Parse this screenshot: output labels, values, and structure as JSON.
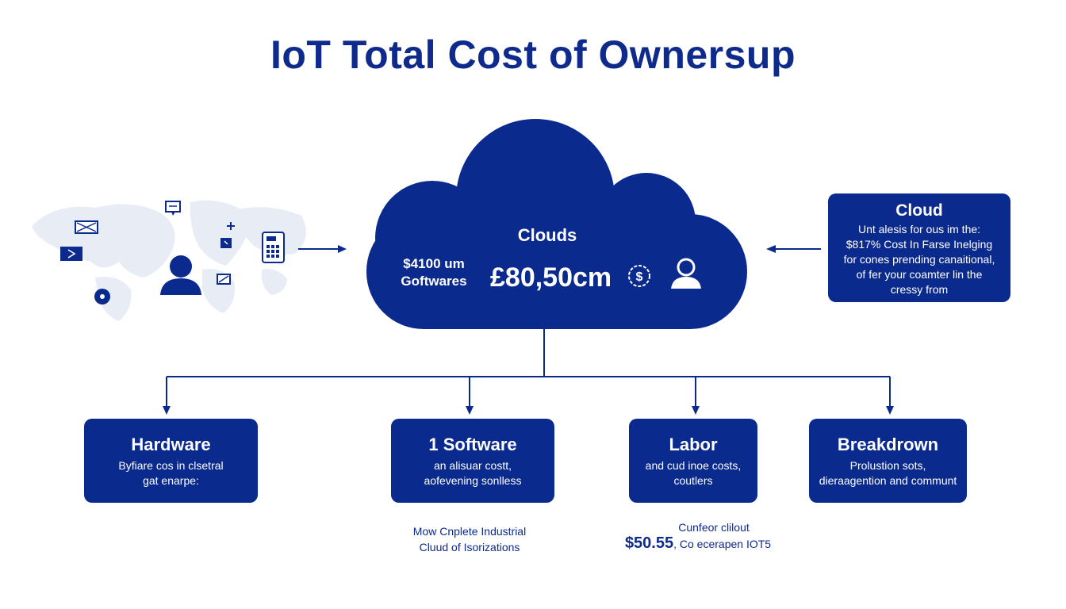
{
  "title": "IoT Total Cost of Ownersup",
  "cloud": {
    "heading": "Clouds",
    "price_line1": "$4100 um",
    "price_line2": "Goftwares",
    "amount": "£80,50cm"
  },
  "side_box": {
    "title": "Cloud",
    "lines": [
      "Unt alesis for ous im the:",
      "$817% Cost In Farse Inelging",
      "for cones prending canaitional,",
      "of fer your coamter lin the",
      "cressy from"
    ]
  },
  "boxes": [
    {
      "title": "Hardware",
      "lines": [
        "Byfiare cos in clsetral",
        "gat enarpe:"
      ]
    },
    {
      "title": "1 Software",
      "lines": [
        "an alisuar costt,",
        "aofevening sonlless"
      ]
    },
    {
      "title": "Labor",
      "lines": [
        "and cud inoe costs,",
        "coutlers"
      ]
    },
    {
      "title": "Breakdrown",
      "lines": [
        "Prolustion sots,",
        "dieraagention and communt"
      ]
    }
  ],
  "notes": {
    "left": [
      "Mow Cnplete Industrial",
      "Cluud of Isorizations"
    ],
    "right_top": "Cunfeor clilout",
    "right_price": "$50.55",
    "right_rest": ", Co ecerapen IOT5"
  },
  "colors": {
    "primary": "#0b2a8e",
    "map": "#e6ecf5",
    "background": "#ffffff"
  },
  "icons": [
    "world-map",
    "person-icon",
    "calculator-icon",
    "dollar-gear-icon",
    "chat-icon",
    "tv-icon",
    "play-icon",
    "plus-icon",
    "location-icon",
    "document-icon"
  ]
}
